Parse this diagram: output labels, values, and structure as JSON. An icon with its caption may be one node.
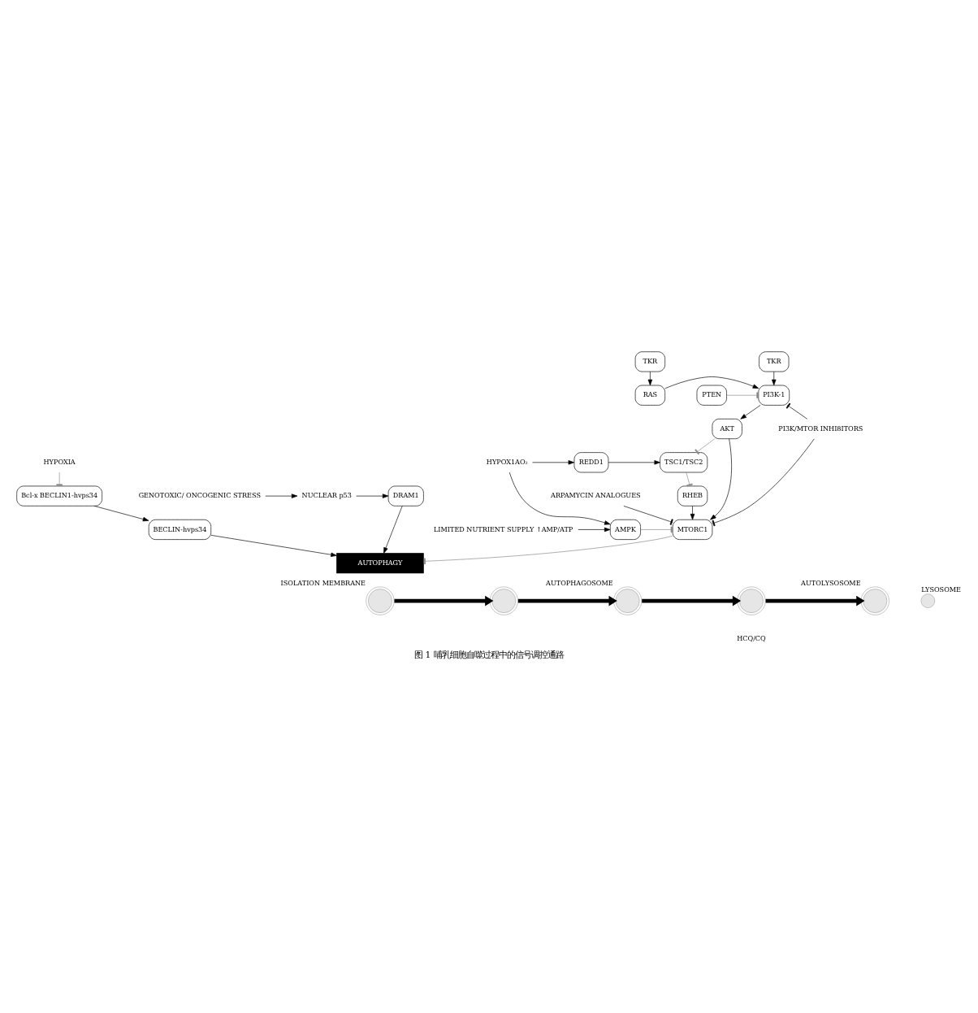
{
  "diagram": {
    "caption": "图 1 哺乳细胞自噬过程中的信号调控通路",
    "nodes": [
      {
        "text": [
          "TKR"
        ]
      },
      {
        "text": [
          "TKR"
        ]
      },
      {
        "text": [
          "RAS"
        ]
      },
      {
        "text": [
          "PI3K-1"
        ]
      },
      {
        "text": [
          "PTEN"
        ]
      },
      {
        "text": [
          "PI3K/MTOR INHI8ITORS"
        ]
      },
      {
        "text": [
          "AKT"
        ]
      },
      {
        "text": [
          "HYPOX1AO₂"
        ]
      },
      {
        "text": [
          "REDD1"
        ]
      },
      {
        "text": [
          "TSC1/TSC2"
        ]
      },
      {
        "text": [
          "HYPOXIA"
        ]
      },
      {
        "text": [
          "Bcl-x BECLIN1-hvps34"
        ]
      },
      {
        "text": [
          "RHEB"
        ]
      },
      {
        "text": [
          "LIMITED NUTRIENT SUPPLY ↑AMP/ATP"
        ]
      },
      {
        "text": [
          "AMPK"
        ]
      },
      {
        "text": [
          "MTORC1"
        ]
      },
      {
        "text": [
          "BECLIN-hvps34"
        ]
      },
      {
        "text": [
          "GENOTOXIC/ ONCOGENIC STRESS"
        ]
      },
      {
        "text": [
          "NUCLEAR p53"
        ]
      },
      {
        "text": [
          "DRAM1"
        ]
      },
      {
        "text": [
          "ARPAMYCIN ANALOGUES"
        ]
      },
      {
        "text": [
          "AUTOPHAGY"
        ]
      },
      {
        "text": [],
        "shape": "picture",
        "beside": [
          "ISOLATION MEMBRANE"
        ]
      },
      {
        "text": [],
        "shape": "picture"
      },
      {
        "text": [],
        "shape": "picture",
        "beside": [
          "AUTOPHAGOSOME"
        ]
      },
      {
        "text": [],
        "shape": "circle",
        "beside": [
          "LYSOSOME"
        ]
      },
      {
        "text": [],
        "shape": "picture"
      },
      {
        "text": [],
        "shape": "picture",
        "beside": [
          "AUTOLYSOSOME"
        ]
      }
    ],
    "edges": [
      {
        "from": 0,
        "to": 2,
        "arrow": "to"
      },
      {
        "from": 1,
        "to": 3,
        "arrow": "to"
      },
      {
        "from": 2,
        "to": 3,
        "arrow": "to"
      },
      {
        "from": 4,
        "to": 3,
        "arrow": "other",
        "color": "#888888"
      },
      {
        "from": 5,
        "to": 3,
        "arrow": "other"
      },
      {
        "from": 5,
        "to": 15,
        "arrow": "other"
      },
      {
        "from": 3,
        "to": 6,
        "arrow": "to"
      },
      {
        "from": 6,
        "to": 9,
        "arrow": "other",
        "color": "#888888"
      },
      {
        "from": 6,
        "to": 15,
        "arrow": "to"
      },
      {
        "from": 7,
        "to": 8,
        "arrow": "to"
      },
      {
        "from": 8,
        "to": 9,
        "arrow": "to"
      },
      {
        "from": 7,
        "to": 14,
        "arrow": "to"
      },
      {
        "from": 9,
        "to": 12,
        "arrow": "other",
        "color": "#888888"
      },
      {
        "from": 12,
        "to": 15,
        "arrow": "to"
      },
      {
        "from": 13,
        "to": 14,
        "arrow": "to"
      },
      {
        "from": 14,
        "to": 15,
        "arrow": "other",
        "color": "#888888"
      },
      {
        "from": 10,
        "to": 11,
        "arrow": "other",
        "color": "#888888"
      },
      {
        "from": 11,
        "to": 16,
        "arrow": "to"
      },
      {
        "from": 16,
        "to": 21,
        "arrow": "to"
      },
      {
        "from": 17,
        "to": 18,
        "arrow": "to"
      },
      {
        "from": 18,
        "to": 19,
        "arrow": "to"
      },
      {
        "from": 19,
        "to": 21,
        "arrow": "to"
      },
      {
        "from": 15,
        "to": 21,
        "arrow": "other",
        "color": "#888888"
      },
      {
        "from": 20,
        "to": 15,
        "arrow": "other"
      },
      {
        "from": 22,
        "to": 23,
        "arrow": "to",
        "style": "thick"
      },
      {
        "from": 23,
        "to": 24,
        "arrow": "to",
        "style": "thick"
      },
      {
        "from": 24,
        "to": 26,
        "arrow": "to",
        "style": "thick"
      },
      {
        "from": 26,
        "to": 27,
        "arrow": "to",
        "style": "thick"
      }
    ],
    "labels": [
      "HCQ/CQ"
    ]
  }
}
